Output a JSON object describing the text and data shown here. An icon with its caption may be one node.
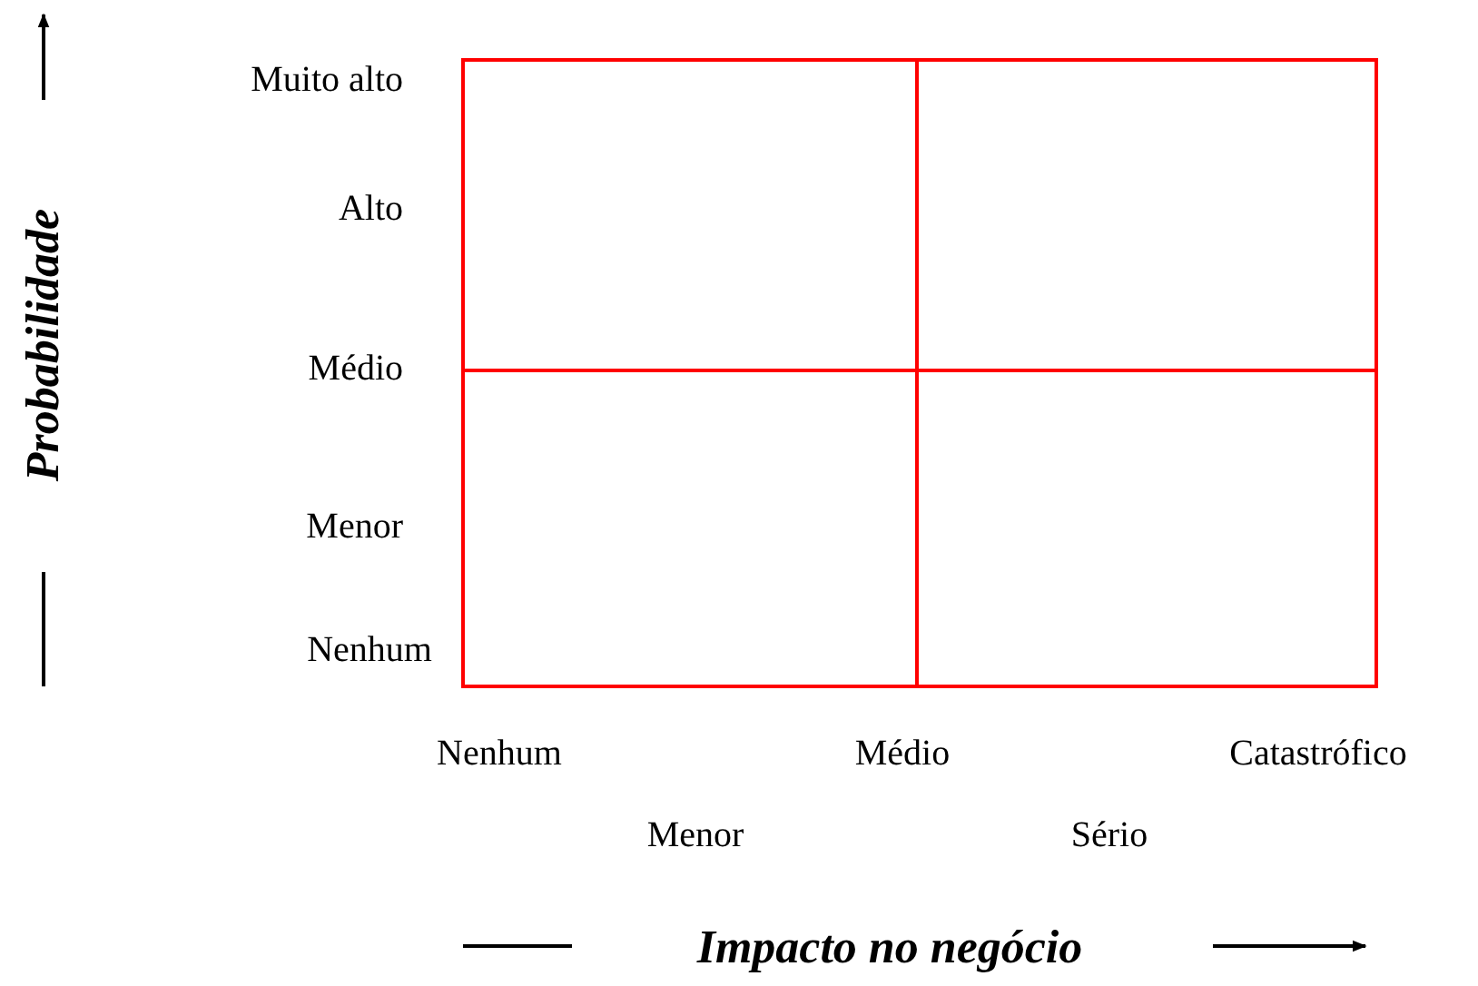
{
  "diagram": {
    "labels": [
      "Probabilidade",
      "Muito alto",
      "Alto",
      "Médio",
      "Menor",
      "Nenhum",
      "Nenhum",
      "Médio",
      "Catastrófico",
      "Menor",
      "Sério",
      "Impacto no negócio"
    ]
  }
}
